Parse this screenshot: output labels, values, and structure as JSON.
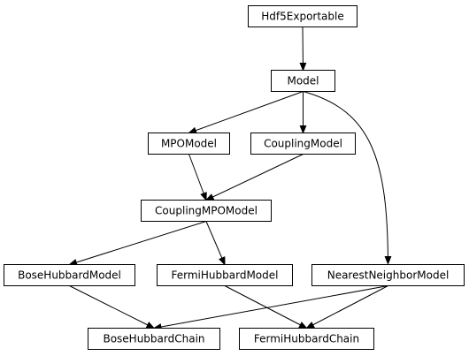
{
  "diagram": {
    "type": "inheritance-graph",
    "nodes": [
      {
        "id": "Hdf5Exportable",
        "label": "Hdf5Exportable"
      },
      {
        "id": "Model",
        "label": "Model"
      },
      {
        "id": "MPOModel",
        "label": "MPOModel"
      },
      {
        "id": "CouplingModel",
        "label": "CouplingModel"
      },
      {
        "id": "CouplingMPOModel",
        "label": "CouplingMPOModel"
      },
      {
        "id": "BoseHubbardModel",
        "label": "BoseHubbardModel"
      },
      {
        "id": "FermiHubbardModel",
        "label": "FermiHubbardModel"
      },
      {
        "id": "NearestNeighborModel",
        "label": "NearestNeighborModel"
      },
      {
        "id": "BoseHubbardChain",
        "label": "BoseHubbardChain"
      },
      {
        "id": "FermiHubbardChain",
        "label": "FermiHubbardChain"
      }
    ],
    "edges": [
      {
        "from": "Hdf5Exportable",
        "to": "Model"
      },
      {
        "from": "Model",
        "to": "MPOModel"
      },
      {
        "from": "Model",
        "to": "CouplingModel"
      },
      {
        "from": "Model",
        "to": "NearestNeighborModel"
      },
      {
        "from": "MPOModel",
        "to": "CouplingMPOModel"
      },
      {
        "from": "CouplingModel",
        "to": "CouplingMPOModel"
      },
      {
        "from": "CouplingMPOModel",
        "to": "BoseHubbardModel"
      },
      {
        "from": "CouplingMPOModel",
        "to": "FermiHubbardModel"
      },
      {
        "from": "BoseHubbardModel",
        "to": "BoseHubbardChain"
      },
      {
        "from": "FermiHubbardModel",
        "to": "FermiHubbardChain"
      },
      {
        "from": "NearestNeighborModel",
        "to": "BoseHubbardChain"
      },
      {
        "from": "NearestNeighborModel",
        "to": "FermiHubbardChain"
      }
    ]
  }
}
